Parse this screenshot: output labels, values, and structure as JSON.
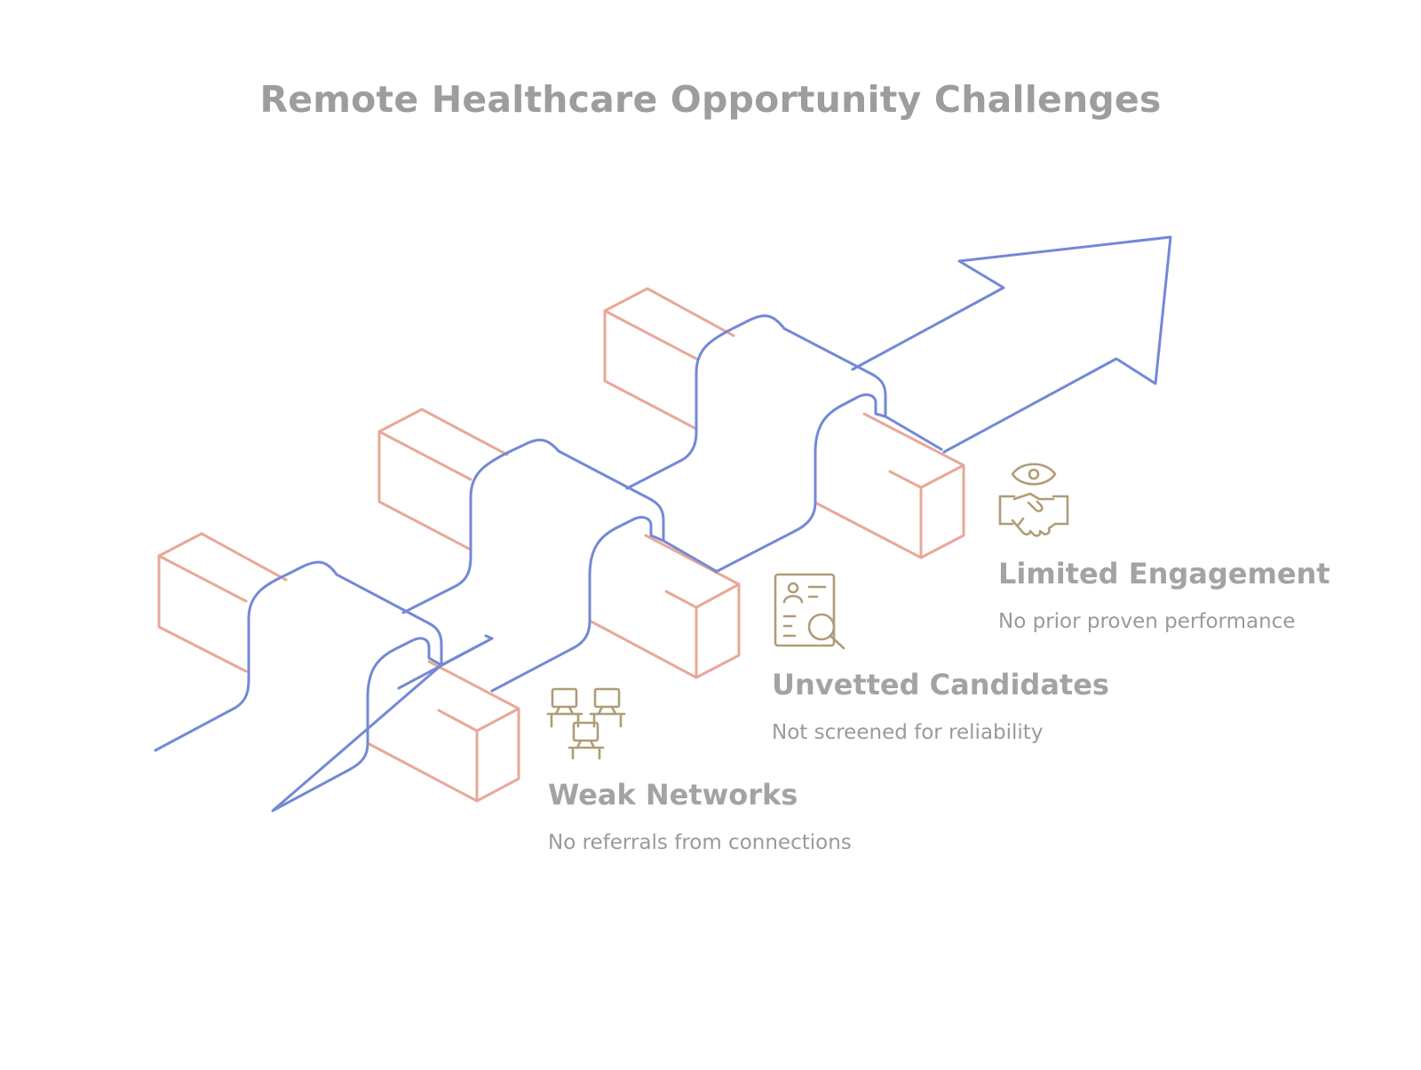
{
  "title": "Remote Healthcare Opportunity Challenges",
  "colors": {
    "title_text": "#9d9d9d",
    "path_line": "#7389d6",
    "block_line": "#e8a898",
    "icon_line": "#b09c78",
    "label_title": "#a3a3a3",
    "label_desc": "#9a9a9a"
  },
  "stages": [
    {
      "title": "Weak Networks",
      "description": "No referrals from connections",
      "icon": "computer-network-icon"
    },
    {
      "title": "Unvetted Candidates",
      "description": "Not screened for reliability",
      "icon": "profile-search-icon"
    },
    {
      "title": "Limited Engagement",
      "description": "No prior proven performance",
      "icon": "eye-handshake-icon"
    }
  ]
}
